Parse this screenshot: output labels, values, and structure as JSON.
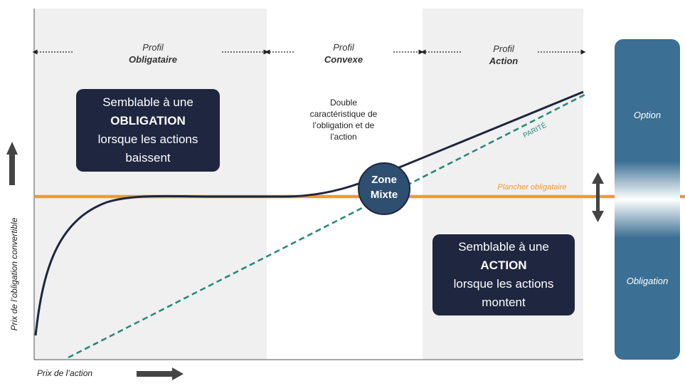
{
  "profiles": {
    "obligataire": {
      "line1": "Profil",
      "line2": "Obligataire"
    },
    "convexe": {
      "line1": "Profil",
      "line2": "Convexe"
    },
    "action": {
      "line1": "Profil",
      "line2": "Action"
    }
  },
  "box_obligation": {
    "line1": "Semblable à une",
    "line2": "OBLIGATION",
    "line3": "lorsque les actions",
    "line4": "baissent"
  },
  "box_action": {
    "line1": "Semblable à une",
    "line2": "ACTION",
    "line3": "lorsque les actions",
    "line4": "montent"
  },
  "double_text": {
    "line1": "Double",
    "line2": "caractéristique de",
    "line3": "l’obligation et de",
    "line4": "l’action"
  },
  "zone": {
    "line1": "Zone",
    "line2": "Mixte"
  },
  "parite_label": "PARITÉ",
  "plancher_label": "Plancher obligataire",
  "side_bar": {
    "top": "Option",
    "bottom": "Obligation"
  },
  "axis": {
    "x": "Prix de l’action",
    "y": "Prix de l’obligation convertible"
  },
  "colors": {
    "navy": "#1e2640",
    "orange": "#f39a2a",
    "teal": "#2a8a78",
    "steel": "#3b6f93",
    "shade": "#f0f0f0"
  }
}
